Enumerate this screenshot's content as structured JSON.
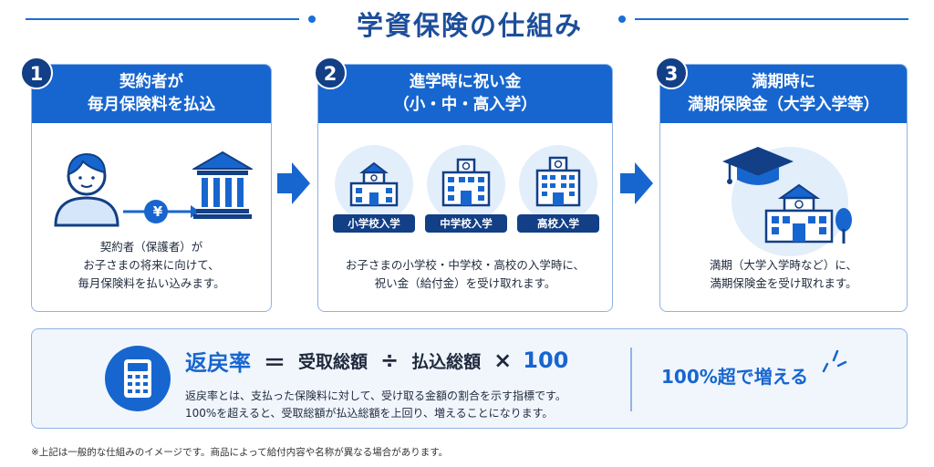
{
  "title": "学資保険の仕組み",
  "steps": [
    {
      "number": "1",
      "head_line1": "契約者が",
      "head_line2": "毎月保険料を払込",
      "yen_symbol": "¥",
      "desc_lines": [
        "契約者（保護者）が",
        "お子さまの将来に向けて、",
        "毎月保険料を払い込みます。"
      ]
    },
    {
      "number": "2",
      "head_line1": "進学時に祝い金",
      "head_line2": "（小・中・高入学）",
      "schools": [
        "小学校入学",
        "中学校入学",
        "高校入学"
      ],
      "desc_lines": [
        "お子さまの小学校・中学校・高校の入学時に、",
        "祝い金（給付金）を受け取れます。"
      ]
    },
    {
      "number": "3",
      "head_line1": "満期時に",
      "head_line2": "満期保険金（大学入学等）",
      "desc_lines": [
        "満期（大学入学時など）に、",
        "満期保険金を受け取れます。"
      ]
    }
  ],
  "formula": {
    "term": "返戻率",
    "equals": "＝",
    "received": "受取総額",
    "divide": "÷",
    "paid": "払込総額",
    "times": "×",
    "hundred": "100",
    "desc_lines": [
      "返戻率とは、支払った保険料に対して、受け取る金額の割合を示す指標です。",
      "100%を超えると、受取総額が払込総額を上回り、増えることになります。"
    ],
    "highlight": "100%超で増える"
  },
  "footnote": "※上記は一般的な仕組みのイメージです。商品によって給付内容や名称が異なる場合があります。",
  "colors": {
    "primary": "#1766cf",
    "navy": "#123f86",
    "light": "#e3eefb",
    "border": "#8fb3e6"
  }
}
